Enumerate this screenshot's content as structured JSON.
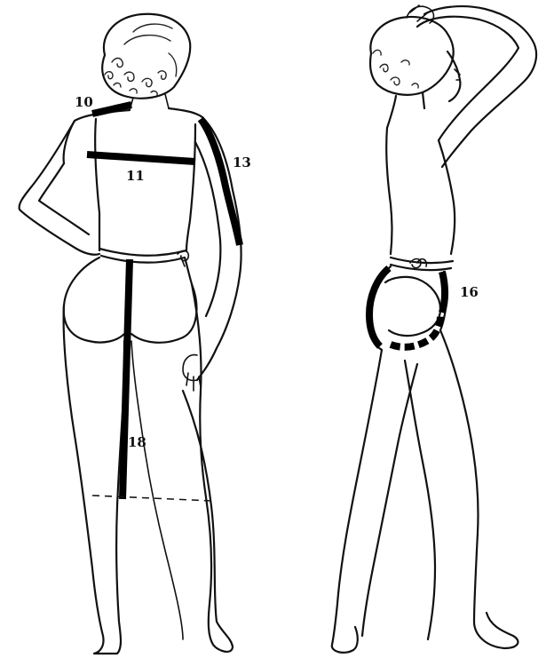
{
  "labels": {
    "m10": "10",
    "m11": "11",
    "m13": "13",
    "m16": "16",
    "m18": "18"
  },
  "colors": {
    "ink": "#111111",
    "paper": "#ffffff"
  }
}
